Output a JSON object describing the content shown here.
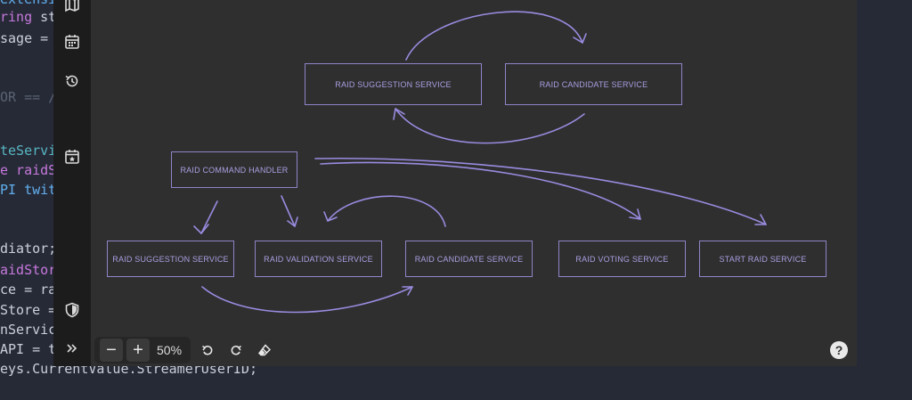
{
  "code_fragments": {
    "l0": "extensio",
    "l1a": "ring",
    "l1b": " st",
    "l2": "sage = s",
    "l4": "OR == /",
    "l6": "teServic",
    "l7": "e raidSt",
    "l8": "PI twitc",
    "l10": "diator;",
    "l11": "aidStore",
    "l12": "ce = rai",
    "l13": "Store =",
    "l14": "nServic",
    "l15": "API = tw",
    "l16": "eys.CurrentValue.StreamerUserID;"
  },
  "sidebar": {
    "icons": [
      "map-icon",
      "calendar-icon",
      "history-icon",
      "calendar-star-icon",
      "shield-icon",
      "expand-icon"
    ]
  },
  "diagram": {
    "nodes": {
      "top_suggestion": "RAID SUGGESTION SERVICE",
      "top_candidate": "RAID CANDIDATE SERVICE",
      "command_handler": "RAID COMMAND HANDLER",
      "bottom_suggestion": "RAID SUGGESTION SERVICE",
      "validation": "RAID VALIDATION SERVICE",
      "bottom_candidate": "RAID CANDIDATE SERVICE",
      "voting": "RAID VOTING SERVICE",
      "start": "START RAID SERVICE"
    },
    "stroke_color": "#9a8be0"
  },
  "toolbar": {
    "zoom_out": "−",
    "zoom_in": "+",
    "zoom_level": "50%",
    "help": "?"
  }
}
